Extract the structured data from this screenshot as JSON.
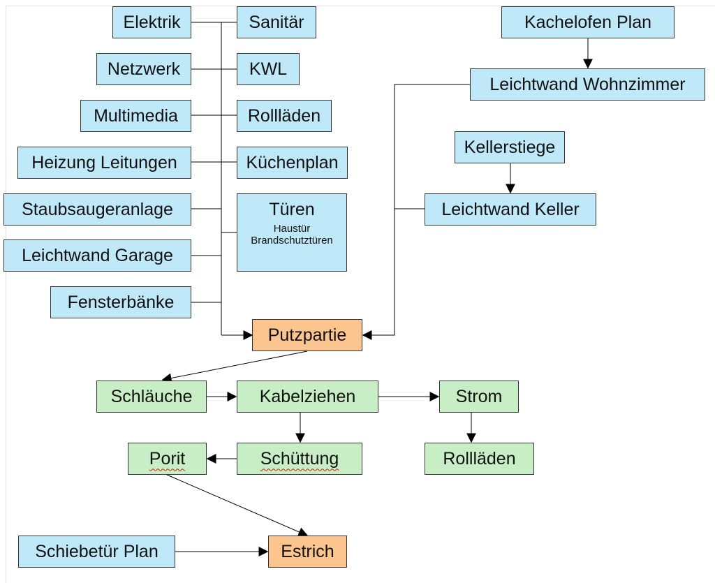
{
  "nodes": {
    "elektrik": "Elektrik",
    "sanitaer": "Sanitär",
    "netzwerk": "Netzwerk",
    "kwl": "KWL",
    "multimedia": "Multimedia",
    "rolllaeden_top": "Rollläden",
    "heizung": "Heizung Leitungen",
    "kuechenplan": "Küchenplan",
    "staubsauger": "Staubsaugeranlage",
    "tueren": {
      "title": "Türen",
      "sub1": "Haustür",
      "sub2": "Brandschutztüren"
    },
    "leichtwand_garage": "Leichtwand Garage",
    "fensterbaenke": "Fensterbänke",
    "kachelofen": "Kachelofen Plan",
    "leichtwand_wohnzimmer": "Leichtwand Wohnzimmer",
    "kellerstiege": "Kellerstiege",
    "leichtwand_keller": "Leichtwand Keller",
    "putzpartie": "Putzpartie",
    "schlaeuche": "Schläuche",
    "kabelziehen": "Kabelziehen",
    "strom": "Strom",
    "porit": "Porit",
    "schuettung": "Schüttung",
    "rolllaeden_bottom": "Rollläden",
    "schiebetuer": "Schiebetür Plan",
    "estrich": "Estrich"
  },
  "colors": {
    "blue": "#bfe8f9",
    "orange": "#fcc48f",
    "green": "#c7eec4"
  }
}
